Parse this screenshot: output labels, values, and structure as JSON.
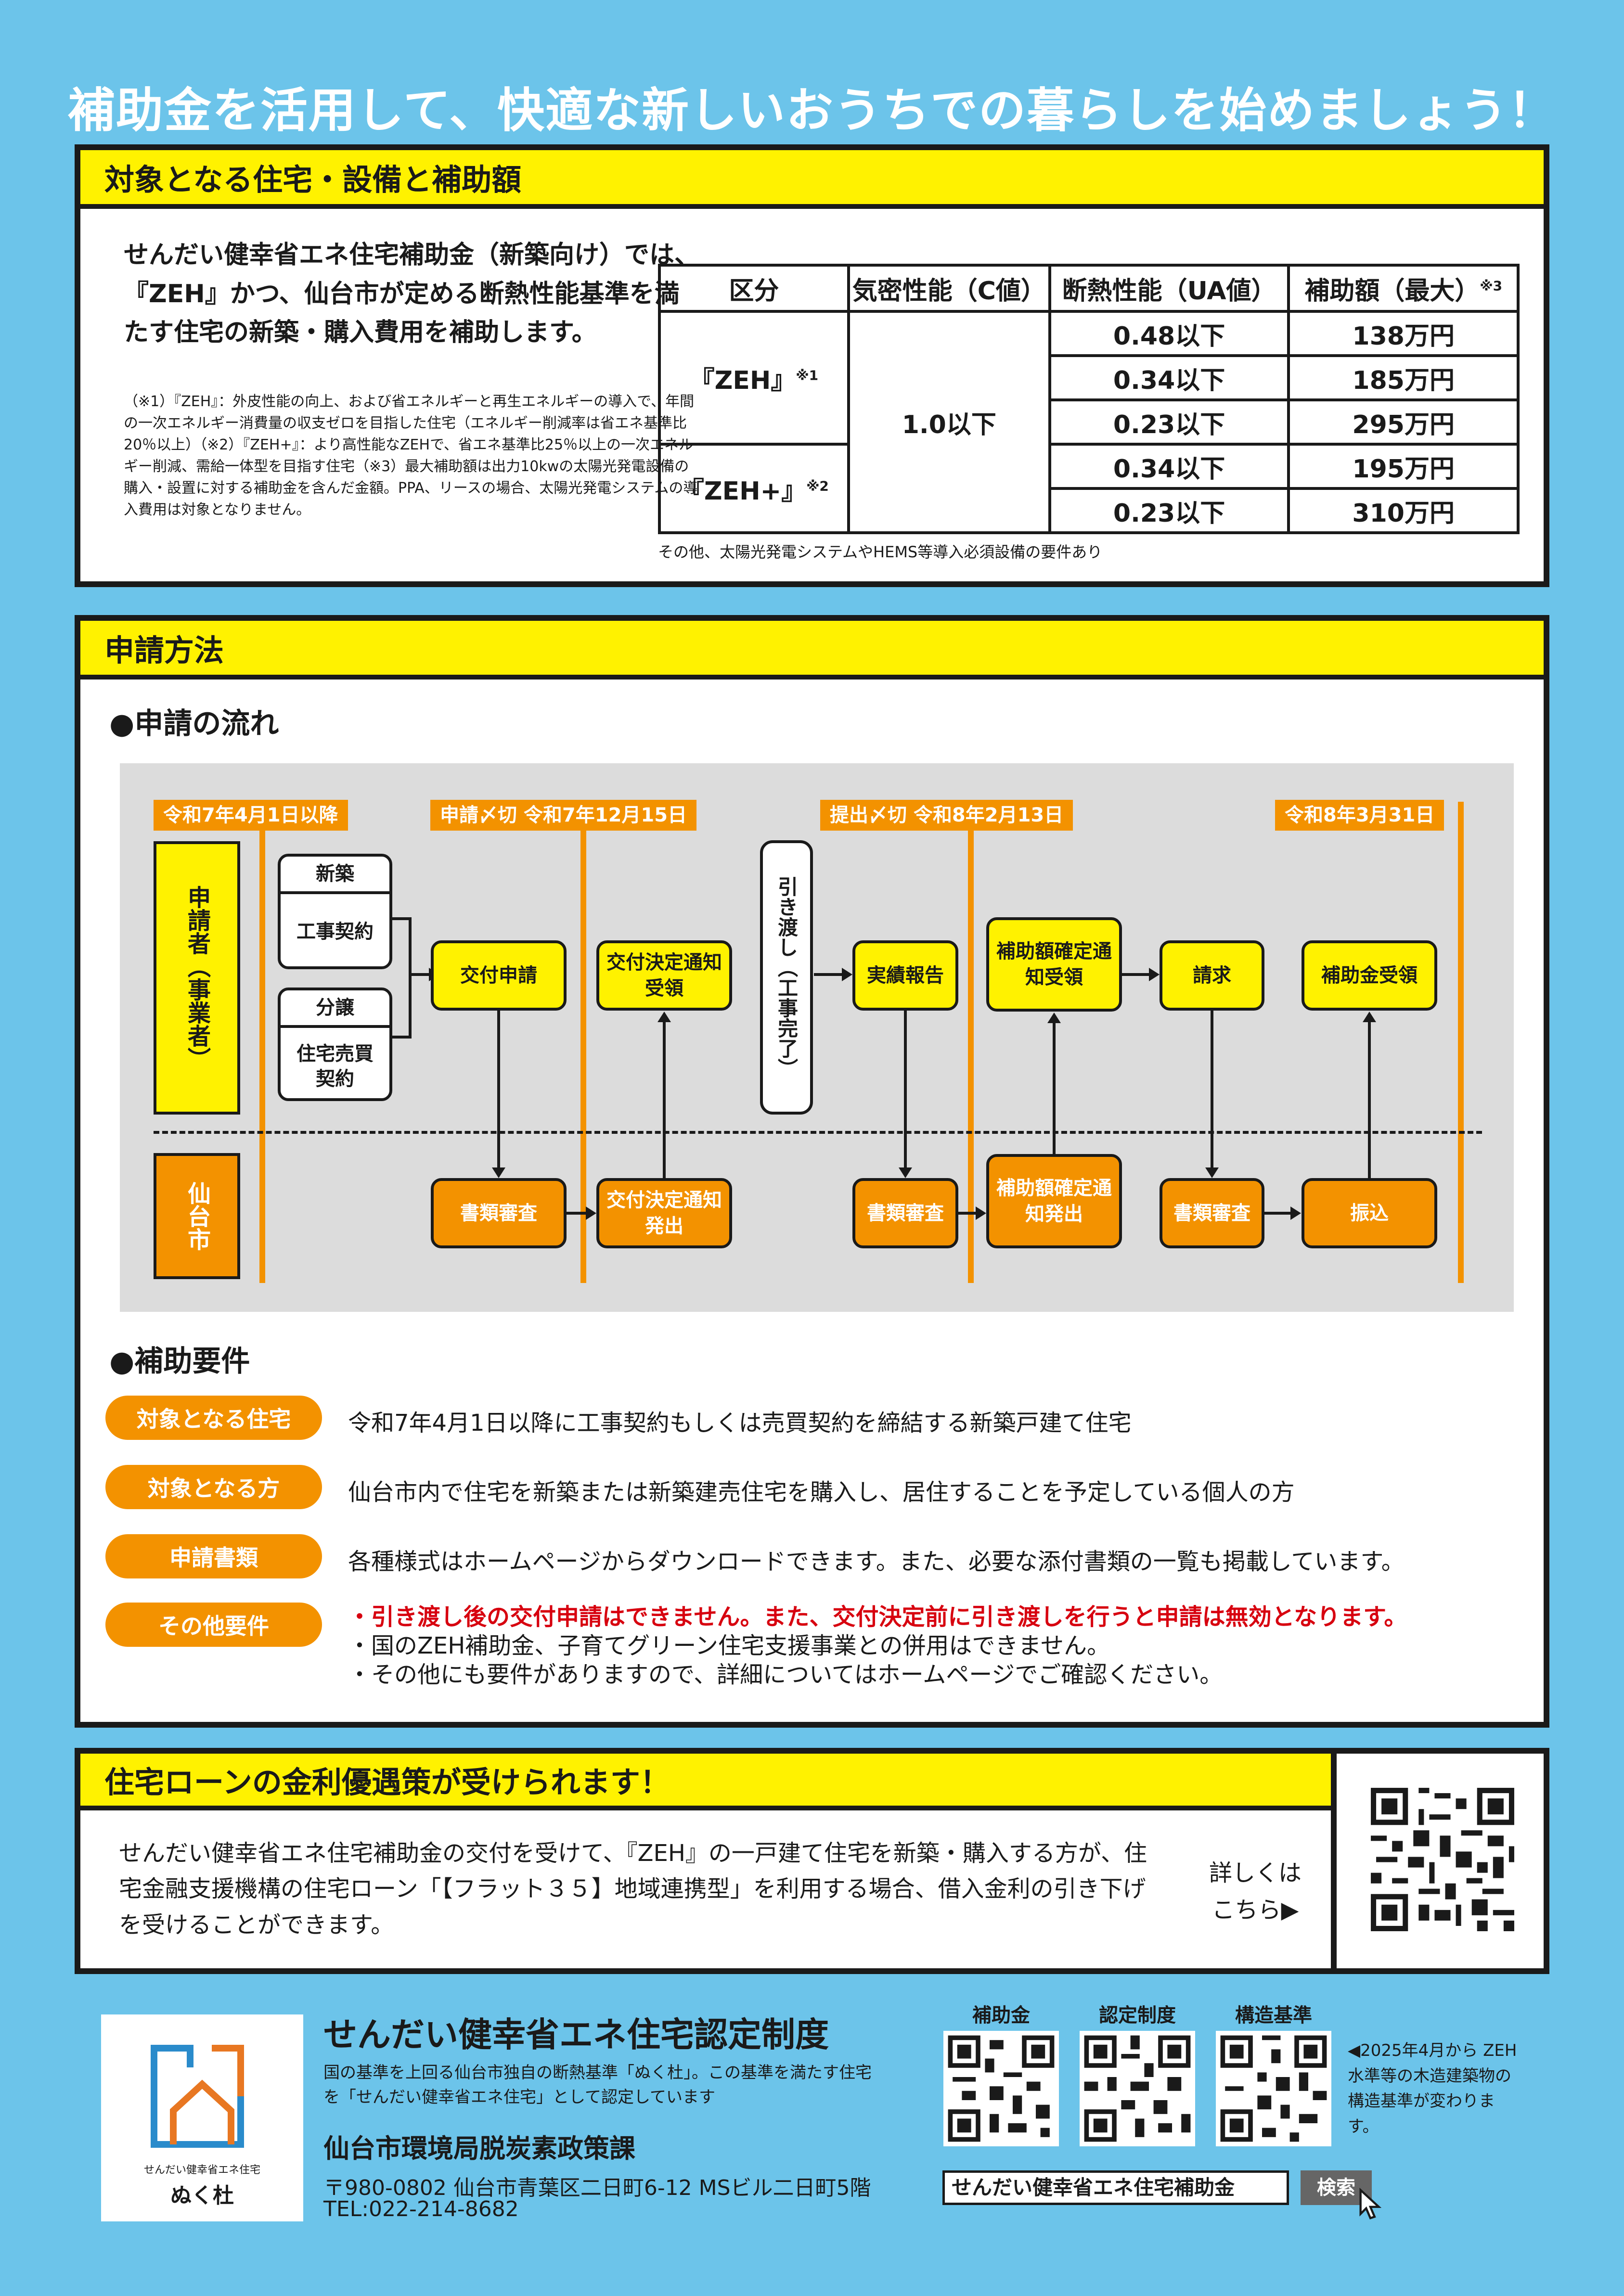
{
  "headline": "補助金を活用して、快適な新しいおうちでの暮らしを始めましょう！",
  "section1": {
    "title": "対象となる住宅・設備と補助額",
    "intro": "せんだい健幸省エネ住宅補助金（新築向け）では、『ZEH』かつ、仙台市が定める断熱性能基準を満たす住宅の新築・購入費用を補助します。",
    "notes": "（※1）『ZEH』：外皮性能の向上、および省エネルギーと再生エネルギーの導入で、年間の一次エネルギー消費量の収支ゼロを目指した住宅（エネルギー削減率は省エネ基準比20％以上）（※2）『ZEH+』：より高性能なZEHで、省エネ基準比25％以上の一次エネルギー削減、需給一体型を目指す住宅（※3）最大補助額は出力10kwの太陽光発電設備の購入・設置に対する補助金を含んだ金額。PPA、リースの場合、太陽光発電システムの導入費用は対象となりません。",
    "table": {
      "headers": [
        "区分",
        "気密性能（C値）",
        "断熱性能（UA値）",
        "補助額（最大）"
      ],
      "header3_sup": "※3",
      "cat1": "『ZEH』",
      "cat1_sup": "※1",
      "cat2": "『ZEH+』",
      "cat2_sup": "※2",
      "c_value": "1.0以下",
      "rows": [
        {
          "ua": "0.48以下",
          "amount": "138万円"
        },
        {
          "ua": "0.34以下",
          "amount": "185万円"
        },
        {
          "ua": "0.23以下",
          "amount": "295万円"
        },
        {
          "ua": "0.34以下",
          "amount": "195万円"
        },
        {
          "ua": "0.23以下",
          "amount": "310万円"
        }
      ],
      "footnote": "その他、太陽光発電システムやHEMS等導入必須設備の要件あり"
    }
  },
  "section2": {
    "title": "申請方法",
    "flow_heading": "●申請の流れ",
    "dates": [
      "令和7年4月1日以降",
      "申請〆切 令和7年12月15日",
      "提出〆切 令和8年2月13日",
      "令和8年3月31日"
    ],
    "lane_applicant": "申請者（事業者）",
    "lane_city": "仙台市",
    "new_build": "新築",
    "construction_contract": "工事契約",
    "sale": "分譲",
    "sale_contract": "住宅売買契約",
    "apply": "交付申請",
    "decision_receive": "交付決定通知受領",
    "handover": "引き渡し（工事完了）",
    "report": "実績報告",
    "confirm_receive": "補助額確定通知受領",
    "claim": "請求",
    "receive_grant": "補助金受領",
    "review1": "書類審査",
    "decision_send": "交付決定通知発出",
    "review2": "書類審査",
    "confirm_send": "補助額確定通知発出",
    "review3": "書類審査",
    "transfer": "振込",
    "req_heading": "●補助要件",
    "requirements": [
      {
        "label": "対象となる住宅",
        "text": "令和7年4月1日以降に工事契約もしくは売買契約を締結する新築戸建て住宅"
      },
      {
        "label": "対象となる方",
        "text": "仙台市内で住宅を新築または新築建売住宅を購入し、居住することを予定している個人の方"
      },
      {
        "label": "申請書類",
        "text": "各種様式はホームページからダウンロードできます。また、必要な添付書類の一覧も掲載しています。"
      }
    ],
    "other_label": "その他要件",
    "other_red": "・引き渡し後の交付申請はできません。また、交付決定前に引き渡しを行うと申請は無効となります。",
    "other_1": "・国のZEH補助金、子育てグリーン住宅支援事業との併用はできません。",
    "other_2": "・その他にも要件がありますので、詳細についてはホームページでご確認ください。"
  },
  "section3": {
    "title": "住宅ローンの金利優遇策が受けられます！",
    "body": "せんだい健幸省エネ住宅補助金の交付を受けて、『ZEH』の一戸建て住宅を新築・購入する方が、住宅金融支援機構の住宅ローン「【フラット３５】地域連携型」を利用する場合、借入金利の引き下げを受けることができます。",
    "more_1": "詳しくは",
    "more_2": "こちら▶"
  },
  "footer": {
    "logo_small": "せんだい健幸省エネ住宅",
    "logo_name": "ぬく杜",
    "title": "せんだい健幸省エネ住宅認定制度",
    "desc": "国の基準を上回る仙台市独自の断熱基準「ぬく杜」。この基準を満たす住宅を「せんだい健幸省エネ住宅」として認定しています",
    "dept": "仙台市環境局脱炭素政策課",
    "address": "〒980-0802 仙台市青葉区二日町6-12 MSビル二日町5階",
    "tel": "TEL:022-214-8682",
    "qr_labels": [
      "補助金",
      "認定制度",
      "構造基準"
    ],
    "note": "◀2025年4月から ZEH水準等の木造建築物の構造基準が変わります。",
    "search_text": "せんだい健幸省エネ住宅補助金",
    "search_button": "検索"
  }
}
